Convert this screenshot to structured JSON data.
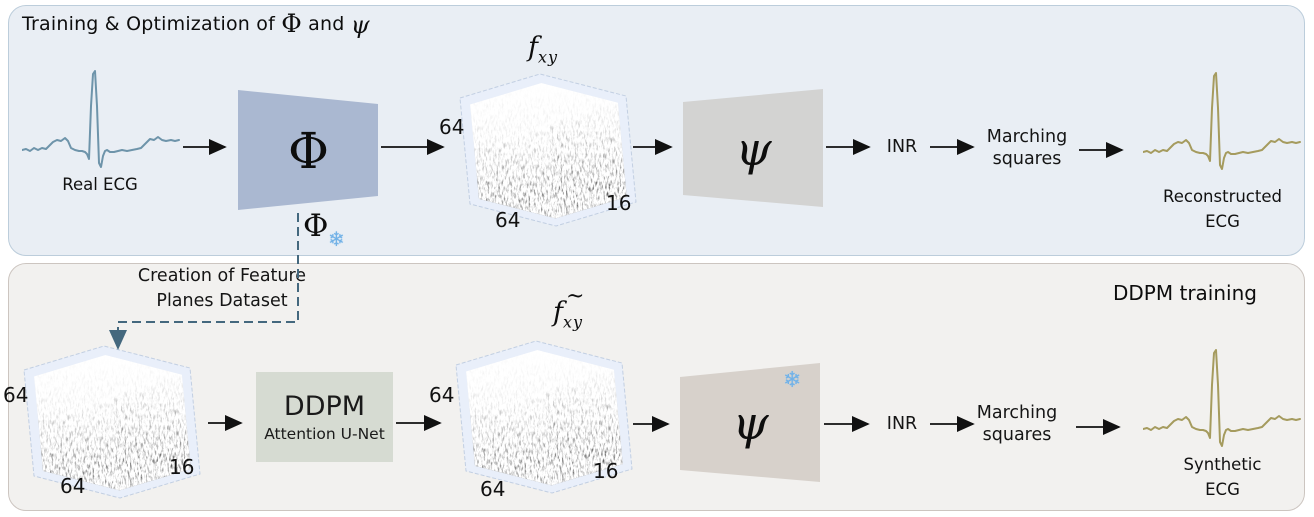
{
  "top_panel": {
    "title_prefix": "Training & Optimization of ",
    "title_phi": "Φ",
    "title_and": " and ",
    "title_psi": "ψ",
    "real_ecg_label": "Real ECG",
    "encoder_symbol": "Φ",
    "frozen_phi_symbol": "Φ",
    "snowflake_icon": "❄",
    "feature_plane": {
      "f": "f",
      "sub": "xy",
      "dim_left": "64",
      "dim_bottom": "64",
      "dim_depth": "16"
    },
    "decoder_symbol": "ψ",
    "inr_label": "INR",
    "marching_line1": "Marching",
    "marching_line2": "squares",
    "output_line1": "Reconstructed",
    "output_line2": "ECG"
  },
  "bottom_panel": {
    "title": "DDPM training",
    "creation_line1": "Creation of Feature",
    "creation_line2": "Planes Dataset",
    "input_plane": {
      "dim_left": "64",
      "dim_bottom": "64",
      "dim_depth": "16"
    },
    "ddpm_label": "DDPM",
    "ddpm_sublabel": "Attention U-Net",
    "gen_plane": {
      "f": "f",
      "tilde": "~",
      "sub": "xy",
      "dim_left": "64",
      "dim_bottom": "64",
      "dim_depth": "16"
    },
    "decoder_symbol": "ψ",
    "snowflake_icon": "❄",
    "inr_label": "INR",
    "marching_line1": "Marching",
    "marching_line2": "squares",
    "output_line1": "Synthetic",
    "output_line2": "ECG"
  },
  "colors": {
    "top_panel_bg": "#e9eef4",
    "bottom_panel_bg": "#f2f1ef",
    "encoder_fill": "#aab8d1",
    "decoder_fill_top": "#d3d3d2",
    "decoder_fill_bottom": "#d7d1cb",
    "ddpm_fill": "#d6dbd2",
    "real_ecg_stroke": "#6e94aa",
    "synthetic_ecg_stroke": "#a59b5e",
    "dashed_connector": "#44687e",
    "snowflake": "#72b1e6"
  }
}
